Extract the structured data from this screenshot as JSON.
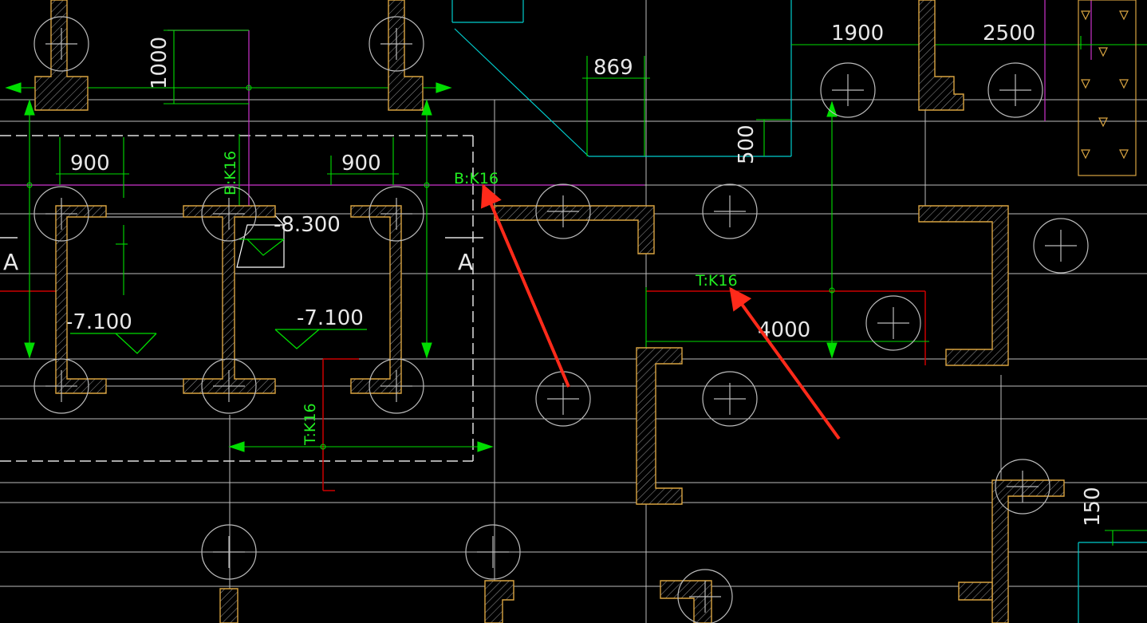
{
  "dimensions": {
    "d1900": "1900",
    "d2500": "2500",
    "d1000": "1000",
    "d869": "869",
    "d500": "500",
    "d900_left": "900",
    "d900_right": "900",
    "d150": "150",
    "d4000": "4000"
  },
  "rebar_labels": {
    "b_k16_vertical": "B:K16",
    "b_k16_horizontal": "B:K16",
    "t_k16_horizontal": "T:K16",
    "t_k16_vertical": "T:K16"
  },
  "elevations": {
    "pit_top": "-8.300",
    "pit_left": "-7.100",
    "pit_right": "-7.100"
  },
  "section_marks": {
    "left": "A",
    "right": "A"
  },
  "colors": {
    "background": "#000000",
    "grid": "#cccccc",
    "dimension": "#00ff00",
    "magenta": "#cc33cc",
    "red_rebar": "#cc0000",
    "cyan": "#00cccc",
    "wall_outline": "#d9a441",
    "column_circle": "#bbbbbb",
    "annotation_arrow": "#ff2a1a"
  }
}
